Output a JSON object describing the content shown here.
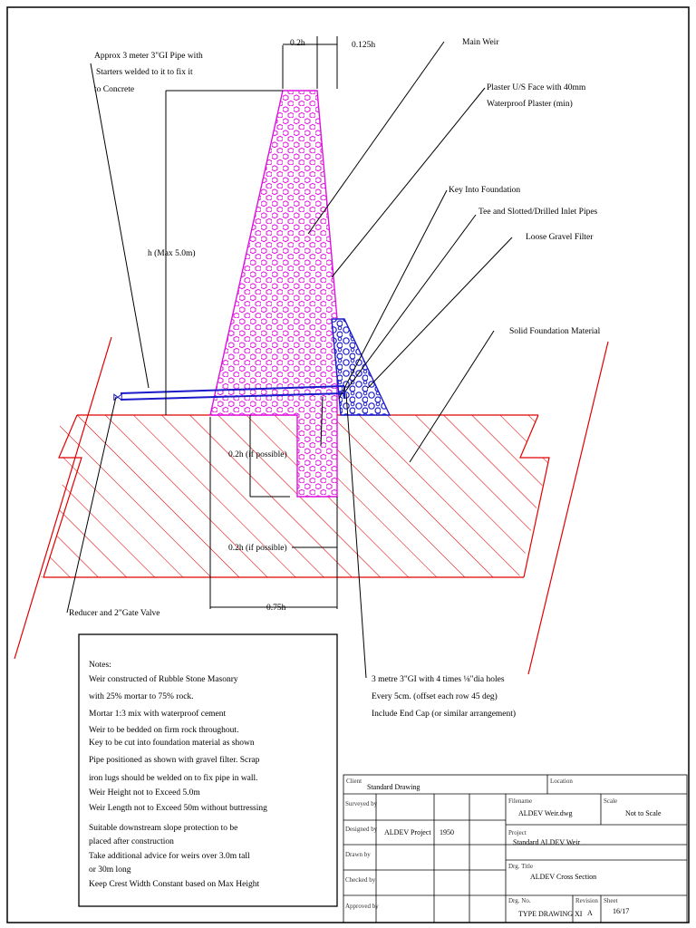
{
  "labels": {
    "gi_pipe": [
      "Approx 3 meter 3\"GI Pipe with",
      "Starters welded to it to fix it",
      "to Concrete"
    ],
    "main_weir": "Main Weir",
    "plaster": [
      "Plaster U/S Face with 40mm",
      "Waterproof Plaster (min)"
    ],
    "key": "Key Into Foundation",
    "tee": "Tee and Slotted/Drilled Inlet Pipes",
    "gravel": "Loose Gravel Filter",
    "foundation": "Solid Foundation Material",
    "reducer": "Reducer and 2\"Gate Valve",
    "inlet": [
      "3 metre 3\"GI with 4 times ⅛\"dia holes",
      "Every 5cm. (offset each row 45 deg)",
      "Include End Cap (or similar arrangement)"
    ]
  },
  "dims": {
    "crest": "0.2h",
    "offset": "0.125h",
    "height": "h (Max 5.0m)",
    "key_depth": "0.2h (if possible)",
    "key_width": "0.2h (if possible)",
    "base": "0.75h"
  },
  "notes": {
    "title": "Notes:",
    "lines": [
      "Weir constructed of Rubble Stone Masonry",
      " with 25% mortar to 75% rock.",
      "Mortar 1:3 mix with waterproof cement",
      "Weir to be bedded on firm rock throughout.",
      " Key to be cut into foundation material as shown",
      " Pipe positioned as shown with gravel filter.  Scrap",
      "  iron lugs should be welded on to fix pipe in wall.",
      " Weir Height not to Exceed 5.0m",
      " Weir Length not to Exceed 50m without buttressing",
      "Suitable downstream slope protection to be",
      "  placed after construction",
      "Take additional advice for weirs over 3.0m tall",
      "  or 30m long",
      " Keep Crest Width Constant based on Max Height"
    ]
  },
  "titleblock": {
    "client_label": "Client",
    "client": "Standard Drawing",
    "location_label": "Location",
    "surveyed_label": "Surveyed by",
    "designed_label": "Designed by",
    "designed_by": "ALDEV Project",
    "designed_year": "1950",
    "drawn_label": "Drawn by",
    "checked_label": "Checked by",
    "approved_label": "Approved by",
    "filename_label": "Filename",
    "filename": "ALDEV Weir.dwg",
    "scale_label": "Scale",
    "scale": "Not to Scale",
    "project_label": "Project",
    "project": "Standard ALDEV Weir",
    "title_label": "Drg. Title",
    "title": "ALDEV Cross Section",
    "drgno_label": "Drg. No.",
    "drgno": "TYPE DRAWING XI",
    "revision_label": "Revision",
    "revision": "A",
    "sheet_label": "Sheet",
    "sheet": "16/17"
  },
  "colors": {
    "masonry": "#e011e0",
    "hatch": "#e00000",
    "gravel": "#1a1acc",
    "pipe": "#1a1acc"
  }
}
